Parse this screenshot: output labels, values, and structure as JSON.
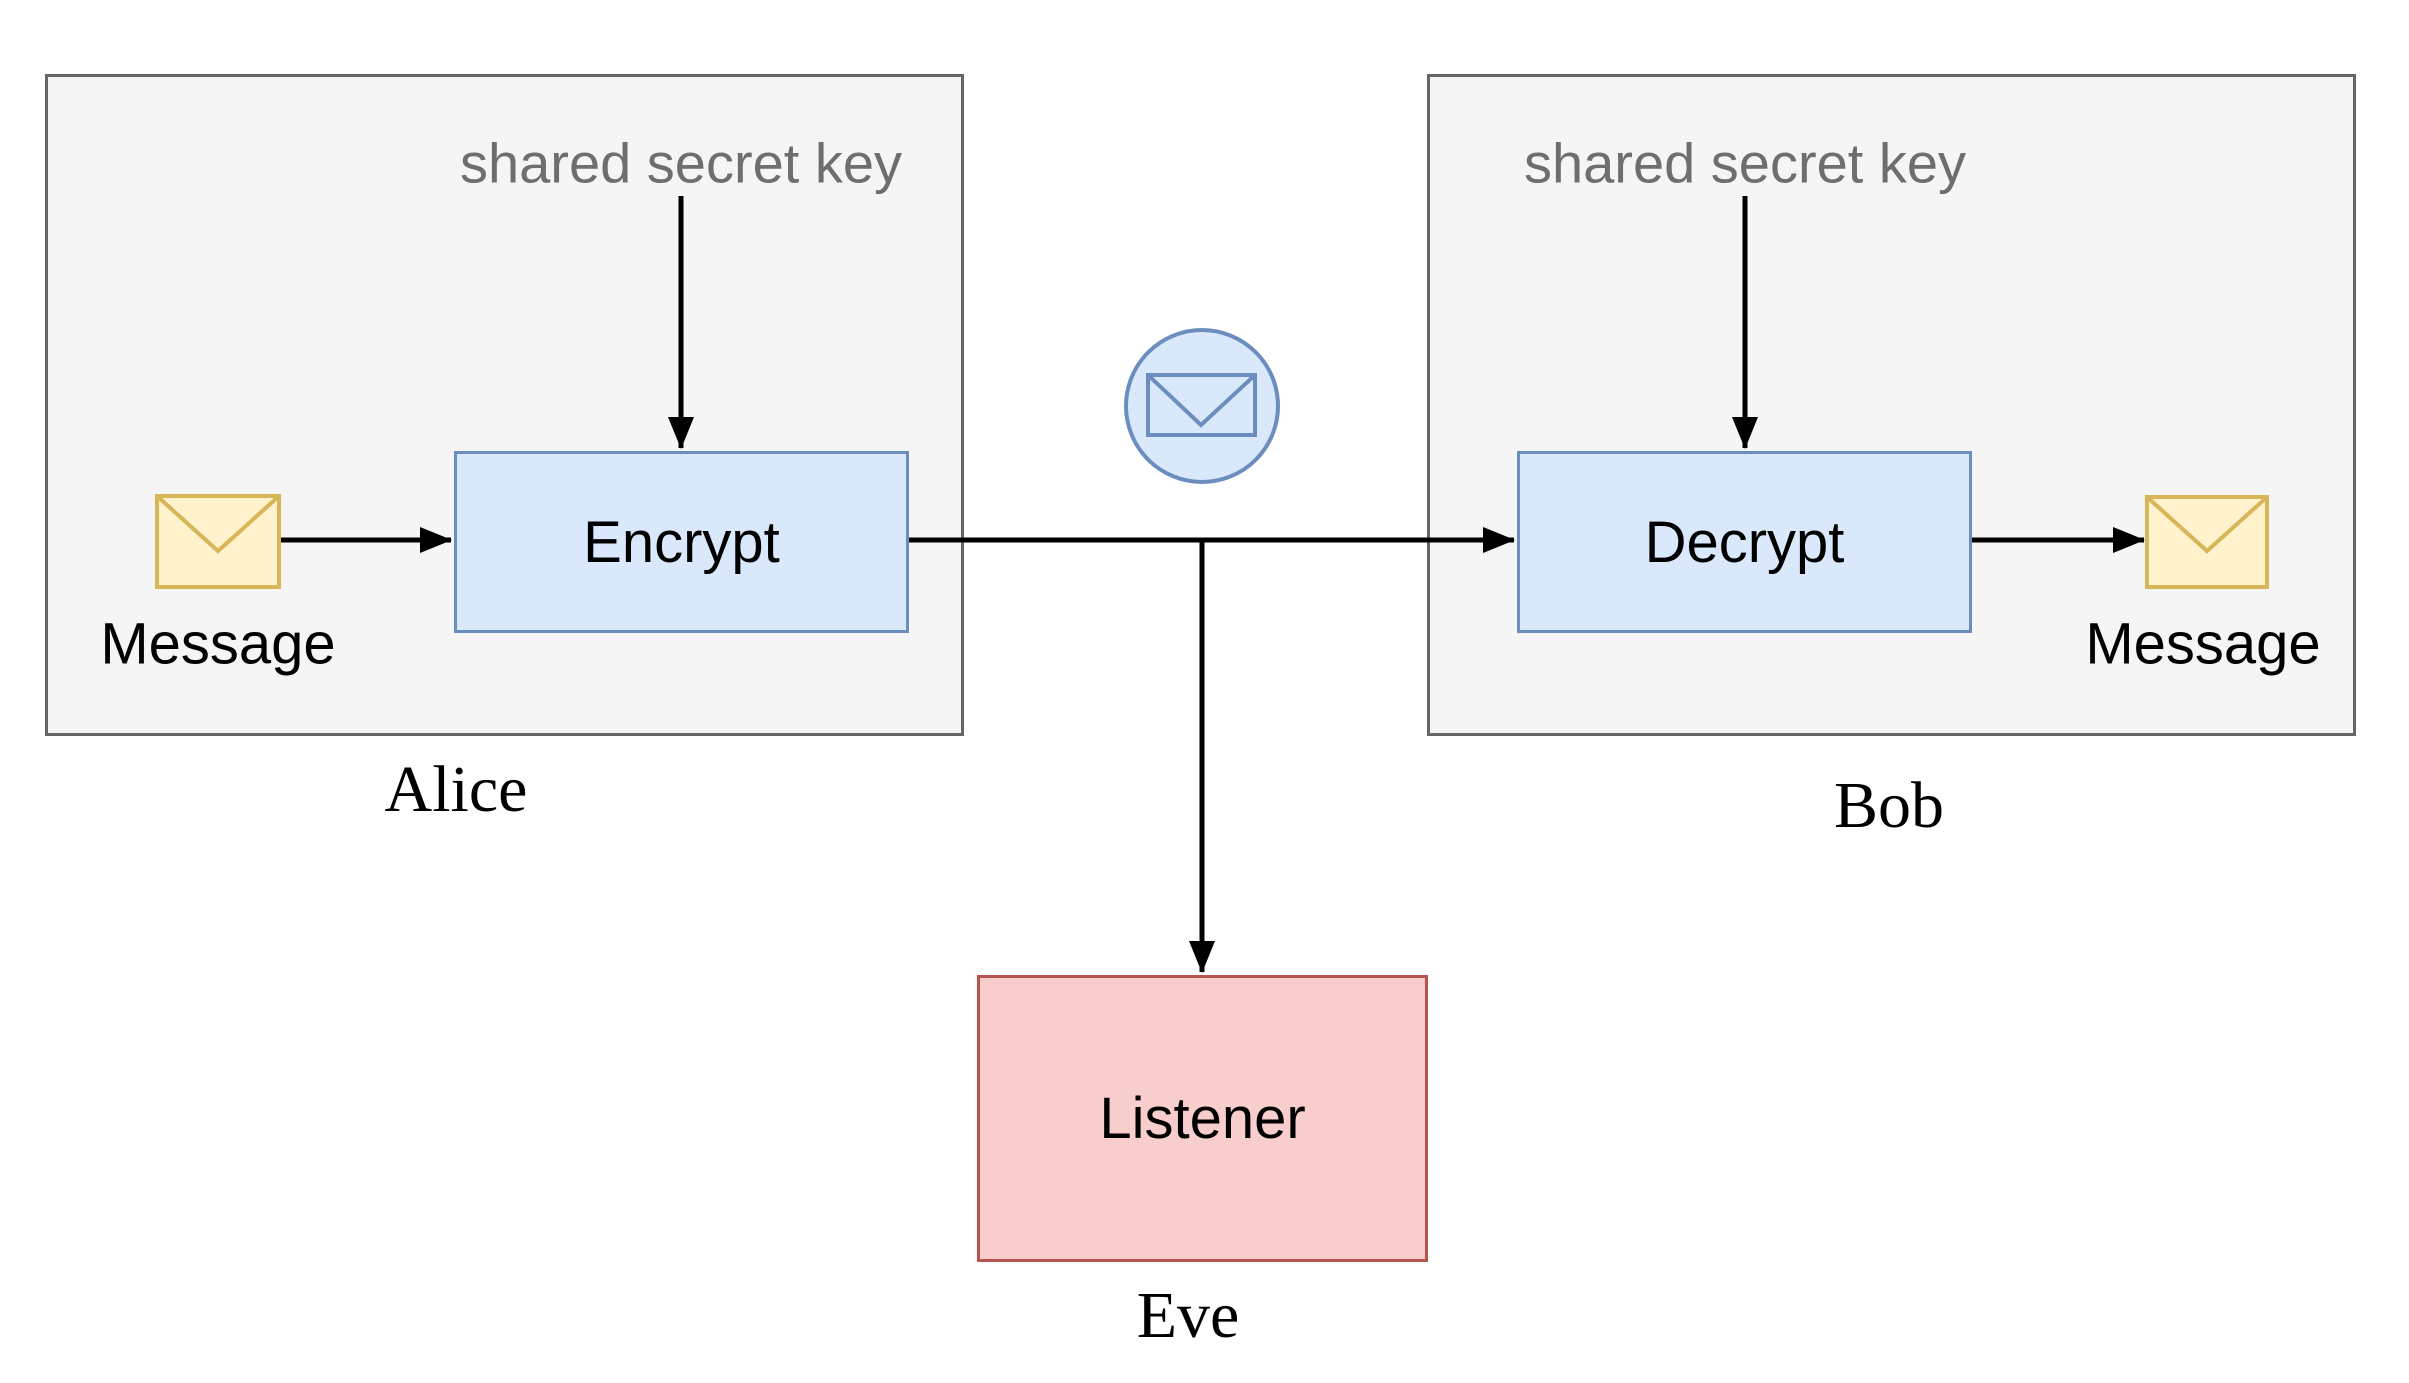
{
  "diagram": {
    "type": "symmetric-encryption-flow",
    "alice": {
      "name_label": "Alice",
      "key_label": "shared secret key",
      "process_label": "Encrypt",
      "message_label": "Message"
    },
    "bob": {
      "name_label": "Bob",
      "key_label": "shared secret key",
      "process_label": "Decrypt",
      "message_label": "Message"
    },
    "eve": {
      "name_label": "Eve",
      "process_label": "Listener"
    },
    "channel": {
      "icon": "envelope-in-circle-icon"
    },
    "icons": {
      "message_left": "envelope-icon",
      "message_right": "envelope-icon"
    },
    "colors": {
      "container_fill": "#f5f5f5",
      "container_border": "#666666",
      "process_fill": "#dae8fc",
      "process_border": "#6c8ebf",
      "message_fill": "#fff2cc",
      "message_border": "#d6b656",
      "listener_fill": "#f8cecc",
      "listener_border": "#b85450",
      "annotation_text": "#6e6e6e",
      "arrow": "#000000"
    }
  }
}
